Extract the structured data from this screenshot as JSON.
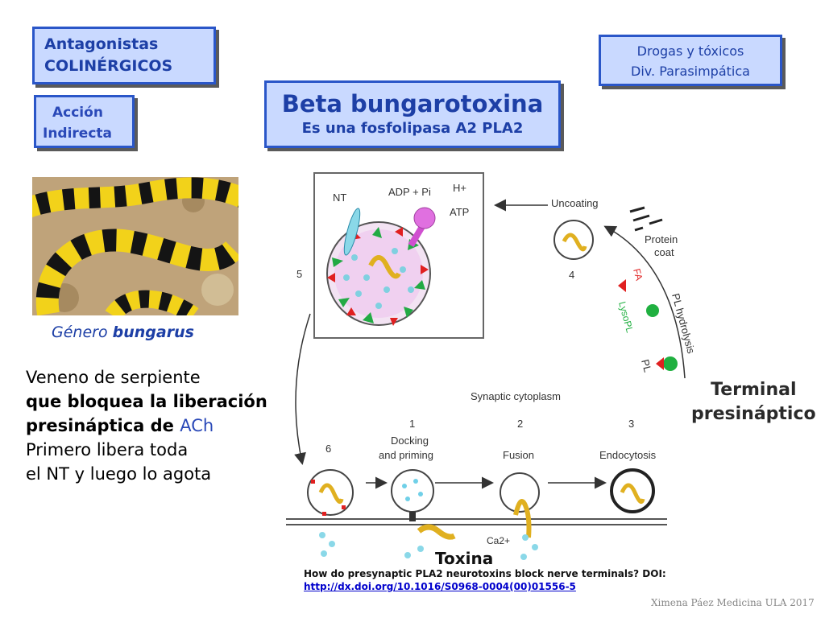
{
  "header": {
    "title_line1": "Antagonistas",
    "title_line2": "COLINÉRGICOS",
    "accion_line1": "Acción",
    "accion_line2": "Indirecta",
    "main_line1": "Beta bungarotoxina",
    "main_line2": "Es una fosfolipasa A2 PLA2",
    "drogas_line1": "Drogas y tóxicos",
    "drogas_line2": "Div. Parasimpática"
  },
  "photo": {
    "caption_prefix": "Género ",
    "caption_genus": "bungarus"
  },
  "description": {
    "line1": "Veneno de serpiente",
    "line2": "que bloquea la liberación",
    "line3_bold": "presináptica de ",
    "line3_ach": "ACh",
    "line4": "Primero libera toda",
    "line5": "el NT y luego lo agota"
  },
  "diagram": {
    "nt": "NT",
    "adp": "ADP + Pi",
    "h_plus": "H+",
    "atp": "ATP",
    "fa": "FA",
    "uncoating": "Uncoating",
    "protein_coat_1": "Protein",
    "protein_coat_2": "coat",
    "step4": "4",
    "step5": "5",
    "step6": "6",
    "step1": "1",
    "step2": "2",
    "step3": "3",
    "pl_hydrolysis": "PL hydrolysis",
    "lysopl": "LysoPL",
    "pl": "PL",
    "synaptic_cytoplasm": "Synaptic cytoplasm",
    "docking_1": "Docking",
    "docking_2": "and priming",
    "fusion": "Fusion",
    "endocytosis": "Endocytosis",
    "ca": "Ca2+"
  },
  "terminal": {
    "line1": "Terminal",
    "line2": "presináptico"
  },
  "toxina": "Toxina",
  "reference": {
    "text": "How do presynaptic PLA2 neurotoxins block nerve terminals? DOI:",
    "link": "http://dx.doi.org/10.1016/S0968-0004(00)01556-5"
  },
  "credit": "Ximena Páez Medicina ULA 2017",
  "colors": {
    "box_fill": "#c9d9ff",
    "box_border": "#2a56c8",
    "title_text": "#1d3fa6",
    "toxin": "#e0b020",
    "fa_red": "#e02020",
    "lyso_green": "#20b040",
    "vesicle_cyan": "#70d0e8"
  }
}
